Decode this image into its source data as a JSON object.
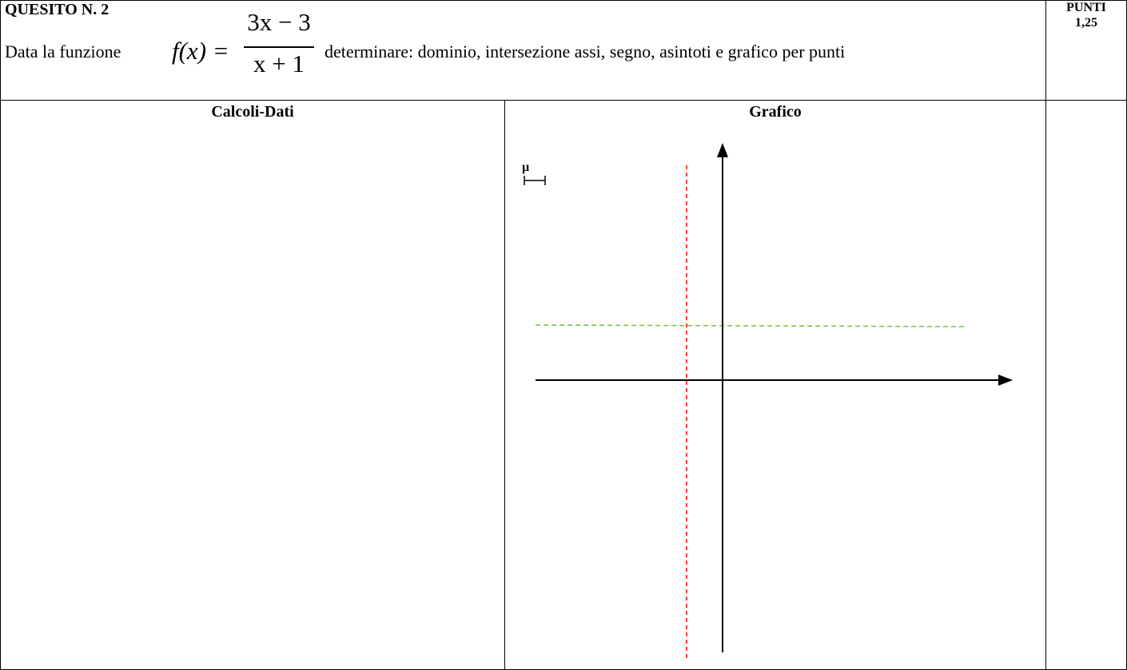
{
  "header": {
    "title": "QUESITO N. 2",
    "intro": "Data la funzione",
    "formula_lhs": "f(x) =",
    "formula_numerator": "3x − 3",
    "formula_denominator": "x + 1",
    "task": "determinare: dominio, intersezione assi, segno,  asintoti e grafico per punti"
  },
  "points": {
    "label": "PUNTI",
    "value": "1,25"
  },
  "columns": {
    "left": "Calcoli-Dati",
    "right": "Grafico"
  },
  "graph": {
    "axis_color": "#000000",
    "vertical_asymptote_color": "#ff0000",
    "horizontal_asymptote_color": "#70c040",
    "marker_symbol": "µ"
  }
}
